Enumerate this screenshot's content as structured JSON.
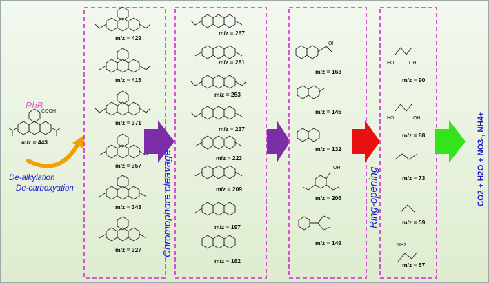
{
  "start": {
    "name": "RhB",
    "mz": "m/z = 443",
    "step1": "De-alkylation",
    "step2": "De-carboxyation"
  },
  "column1": [
    "m/z = 429",
    "m/z = 415",
    "m/z = 371",
    "m/z = 357",
    "m/z = 343",
    "m/z = 327"
  ],
  "column2": [
    "m/z = 267",
    "m/z = 281",
    "m/z = 253",
    "m/z = 237",
    "m/z = 223",
    "m/z = 209",
    "m/z = 197",
    "m/z = 182"
  ],
  "column3": [
    "m/z = 163",
    "m/z = 146",
    "m/z = 132",
    "m/z = 206",
    "m/z = 149"
  ],
  "column4": [
    "m/z = 90",
    "m/z = 88",
    "m/z = 73",
    "m/z = 59",
    "m/z = 57"
  ],
  "stage_labels": {
    "chromophore": "Chromophore cleavage",
    "ring": "Ring-opening"
  },
  "final_products": "CO2 + H2O + NO3-, NH4+",
  "colors": {
    "box": "#d62ad6",
    "arrow_purple": "#7b2ea8",
    "arrow_red": "#e81010",
    "arrow_green": "#33e41a",
    "label_blue": "#1b1bd6",
    "rhb_pink": "#e05ad0"
  }
}
